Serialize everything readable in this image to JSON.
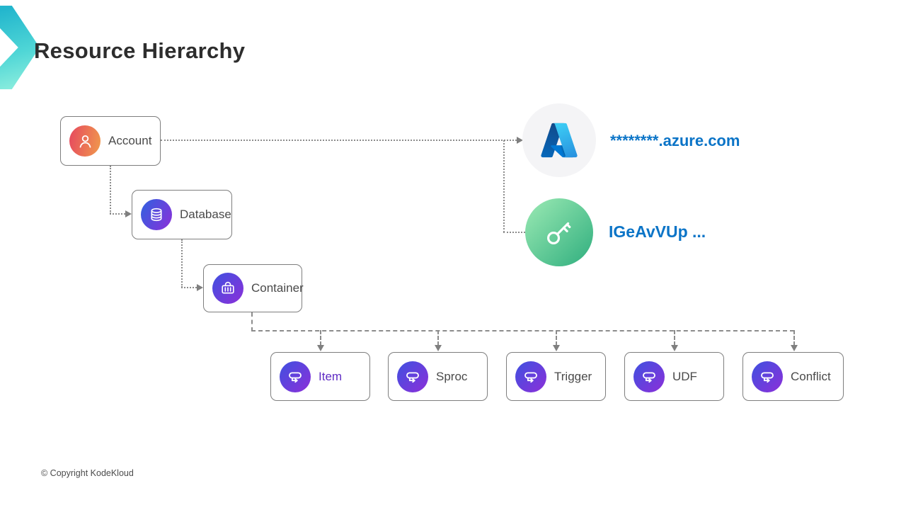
{
  "slide": {
    "title": "Resource Hierarchy",
    "copyright": "© Copyright KodeKloud"
  },
  "hierarchy": {
    "account": {
      "label": "Account",
      "icon": "person-icon"
    },
    "database": {
      "label": "Database",
      "icon": "database-icon"
    },
    "container": {
      "label": "Container",
      "icon": "container-icon"
    },
    "children": [
      {
        "label": "Item",
        "icon": "flow-icon",
        "highlight": true
      },
      {
        "label": "Sproc",
        "icon": "flow-icon",
        "highlight": false
      },
      {
        "label": "Trigger",
        "icon": "flow-icon",
        "highlight": false
      },
      {
        "label": "UDF",
        "icon": "flow-icon",
        "highlight": false
      },
      {
        "label": "Conflict",
        "icon": "flow-icon",
        "highlight": false
      }
    ]
  },
  "endpoints": {
    "uri": {
      "label": "********.azure.com",
      "icon": "azure-logo"
    },
    "key": {
      "label": "IGeAvVUp ...",
      "icon": "key-icon"
    }
  },
  "colors": {
    "link_blue": "#0b74c7",
    "item_highlight": "#5f2cc4",
    "connector_gray": "#8c8c8c",
    "account_gradient": [
      "#e6485f",
      "#f09a4c"
    ],
    "node_gradient": [
      "#3f51e0",
      "#8c2fd9"
    ],
    "key_gradient": [
      "#9ceab4",
      "#2fae7e"
    ],
    "logo_teal": [
      "#23b6cd",
      "#8deede"
    ]
  }
}
